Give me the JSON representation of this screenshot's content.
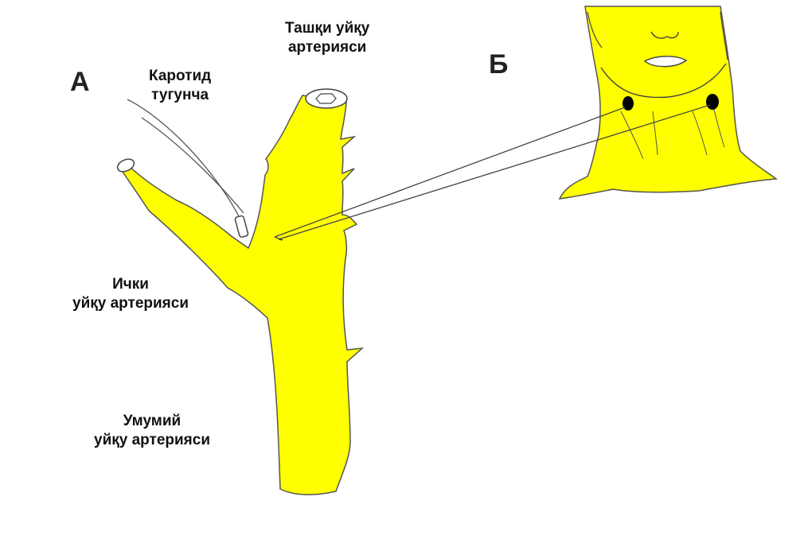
{
  "panels": {
    "a_letter": "А",
    "b_letter": "Б"
  },
  "labels": {
    "external_carotid": [
      "Ташқи уйқу",
      "артерияси"
    ],
    "carotid_body": [
      "Каротид",
      "тугунча"
    ],
    "internal_carotid": [
      "Ички",
      "уйқу артерияси"
    ],
    "common_carotid": [
      "Умумий",
      "уйқу артерияси"
    ]
  },
  "colors": {
    "vessel_fill": "#ffff00",
    "outline": "#555555",
    "dot": "#000000"
  },
  "icons": {
    "artery": "carotid-bifurcation-illustration",
    "neck": "neck-illustration"
  }
}
